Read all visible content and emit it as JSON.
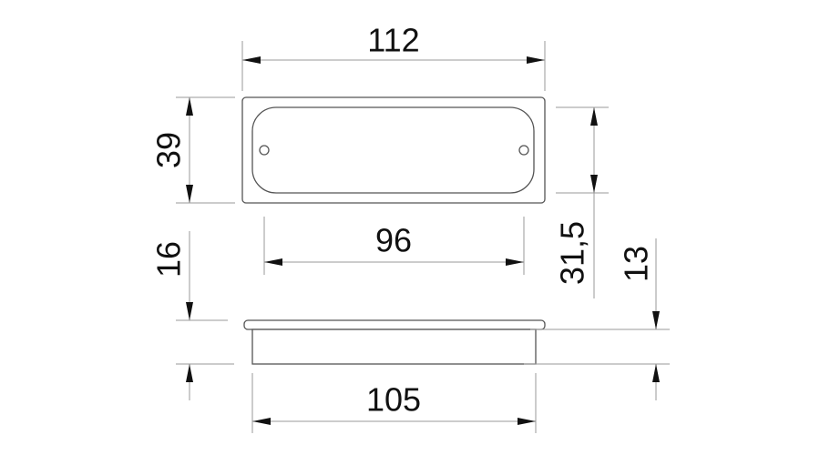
{
  "drawing": {
    "unit": "mm",
    "colors": {
      "line": "#555555",
      "dimension": "#9a9a9a",
      "text": "#111111"
    },
    "dimensions": {
      "overall_length": "112",
      "overall_height": "39",
      "hole_spacing": "96",
      "inner_height": "31,5",
      "total_depth": "16",
      "body_depth": "13",
      "body_length": "105"
    }
  }
}
